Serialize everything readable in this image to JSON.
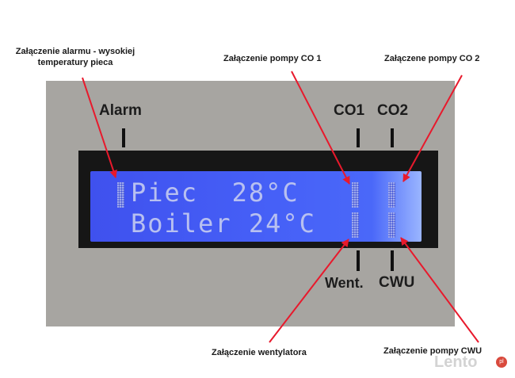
{
  "callouts": {
    "alarm": "Załączenie alarmu - wysokiej temperatury  pieca",
    "co1": "Załączenie pompy CO 1",
    "co2": "Załączene pompy CO 2",
    "went": "Załączenie wentylatora",
    "cwu": "Załączenie pompy CWU"
  },
  "panel_labels": {
    "alarm": "Alarm",
    "co1": "CO1",
    "co2": "CO2",
    "went": "Went.",
    "cwu": "CWU"
  },
  "lcd": {
    "line1": "Piec  28°C",
    "line2": "Boiler 24°C"
  },
  "watermark": {
    "brand": "Lento",
    "suffix": "pl"
  },
  "colors": {
    "arrow": "#e8192c",
    "lcd_bg": "#4660f7",
    "lcd_text": "#b8c0f0",
    "panel": "#a7a5a1"
  }
}
